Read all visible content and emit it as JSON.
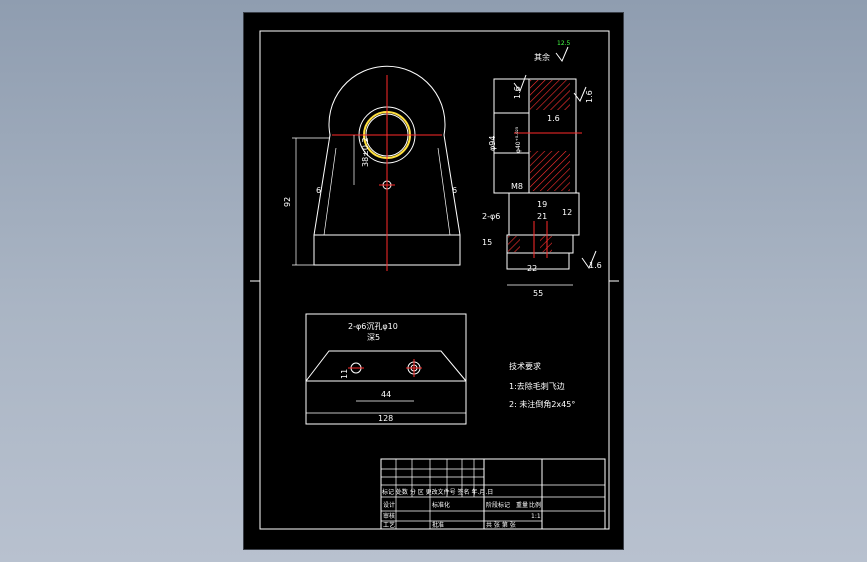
{
  "drawing": {
    "background": "#000000",
    "line_color": "#ffffff",
    "center_color": "#ff2a2a",
    "thread_color": "#ffe040",
    "roughness_all": "其余",
    "roughness_value": "12.5",
    "front": {
      "dim_height": "92",
      "dim_bore": "38±0.2",
      "dim_angle_l": "6",
      "dim_angle_r": "6"
    },
    "side": {
      "dim_phi94": "φ94",
      "dim_phi40": "φ40⁺⁰·⁰²⁵",
      "rough_top": "1.6",
      "rough_right": "1.6",
      "rough_inner": "1.6",
      "dim_m8": "M8",
      "dim_19": "19",
      "dim_21": "21",
      "dim_12": "12",
      "dim_2phi6": "2-φ6",
      "dim_15": "15",
      "dim_22": "22",
      "dim_55": "55",
      "rough_bottom": "1.6"
    },
    "top": {
      "hole_note_1": "2-φ6沉孔φ10",
      "hole_note_2": "深5",
      "dim_11": "11",
      "dim_44": "44",
      "dim_128": "128"
    },
    "notes": {
      "title": "技术要求",
      "line1": "1:去除毛刺飞边",
      "line2": "2: 未注倒角2x45°"
    },
    "title_block": {
      "row_labels": "标记 处数  分 区  更改文件号 签名 年.月.日",
      "design": "设计",
      "std": "标准化",
      "check": "审核",
      "craft": "工艺",
      "approve": "批准",
      "stage": "阶段标记",
      "weight": "重量",
      "scale": "比例",
      "scale_val": "1:1",
      "sheets": "共  张  第  张"
    }
  }
}
